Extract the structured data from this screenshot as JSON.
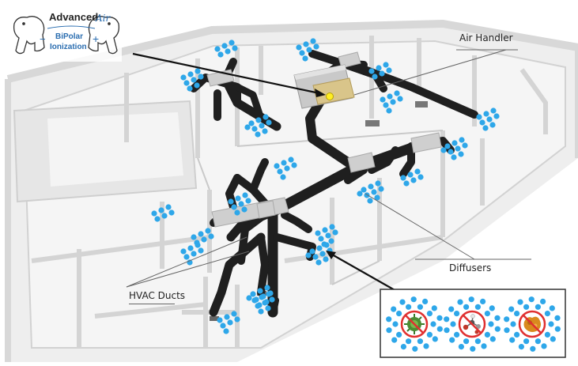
{
  "logo": {
    "brand": "Advanced",
    "script": "Air",
    "line1": "BiPolar",
    "line2": "Ionization",
    "minus": "−",
    "plus": "+"
  },
  "labels": {
    "air_handler": "Air Handler",
    "diffusers": "Diffusers",
    "hvac_ducts": "HVAC Ducts"
  },
  "inset": {
    "items": [
      "virus-icon",
      "molecule-icon",
      "allergen-icon"
    ]
  },
  "colors": {
    "duct": "#1f1f1f",
    "ion_dot": "#2ea7e9",
    "wall": "#e3e3e3",
    "floor": "#f3f3f3",
    "unit": "#c8c8c8",
    "handler_gold": "#d9c58a",
    "prohibit": "#e03030",
    "logo_blue": "#2a6db0"
  }
}
